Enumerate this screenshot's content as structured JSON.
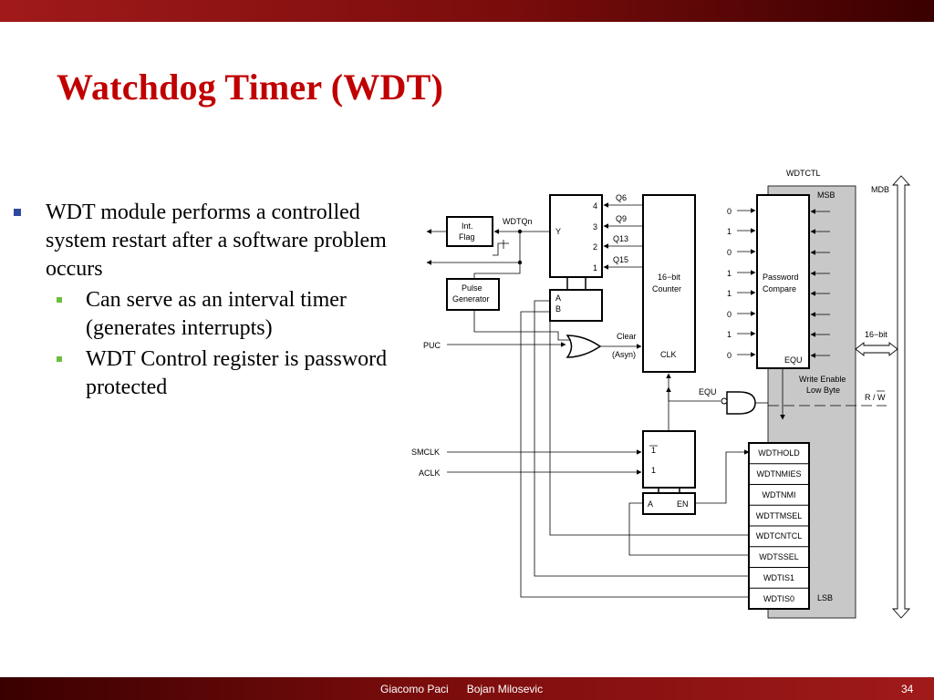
{
  "slide": {
    "title": "Watchdog Timer (WDT)",
    "bullets": [
      {
        "text": "WDT module performs a controlled system restart after a software problem occurs",
        "level": 1
      },
      {
        "text": "Can serve as an interval timer (generates interrupts)",
        "level": 2
      },
      {
        "text": "WDT Control register is password protected",
        "level": 2
      }
    ],
    "colors": {
      "title": "#c00000",
      "bar": "#7a0c0c",
      "bullet1": "#2e4a9e",
      "bullet2": "#6bbf3e",
      "register_bg": "#c8c8c8"
    }
  },
  "diagram": {
    "wdtctl": "WDTCTL",
    "msb": "MSB",
    "lsb": "LSB",
    "mdb": "MDB",
    "bus16": "16−bit",
    "rw": "R / W",
    "write_enable": [
      "Write Enable",
      "Low Byte"
    ],
    "int_flag": [
      "Int.",
      "Flag"
    ],
    "wdtqn": "WDTQn",
    "pulse_gen": [
      "Pulse",
      "Generator"
    ],
    "mux": {
      "y": "Y",
      "a": "A",
      "b": "B",
      "inputs": [
        "4",
        "3",
        "2",
        "1"
      ]
    },
    "taps": [
      "Q6",
      "Q9",
      "Q13",
      "Q15"
    ],
    "counter": [
      "16−bit",
      "Counter"
    ],
    "clk": "CLK",
    "clear": "Clear",
    "asyn": "(Asyn)",
    "puc": "PUC",
    "equ_in": "EQU",
    "password": {
      "label": [
        "Password",
        "Compare"
      ],
      "equ": "EQU",
      "bits": [
        "0",
        "1",
        "0",
        "1",
        "1",
        "0",
        "1",
        "0"
      ]
    },
    "clock_mux": {
      "one_bar": "1",
      "one": "1",
      "a": "A",
      "en": "EN"
    },
    "clocks": [
      "SMCLK",
      "ACLK"
    ],
    "register_bits": [
      "WDTHOLD",
      "WDTNMIES",
      "WDTNMI",
      "WDTTMSEL",
      "WDTCNTCL",
      "WDTSSEL",
      "WDTIS1",
      "WDTIS0"
    ]
  },
  "footer": {
    "author1": "Giacomo Paci",
    "author2": "Bojan Milosevic",
    "page": "34"
  }
}
